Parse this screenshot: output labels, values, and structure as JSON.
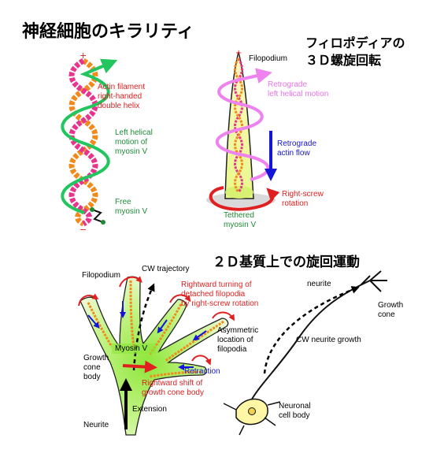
{
  "title": "神経細胞のキラリティ",
  "filopodia_title": "フィロポディアの\n３Ｄ螺旋回転",
  "motion_title": "２Ｄ基質上での旋回運動",
  "colors": {
    "actin": "#e8348c",
    "actin_alt": "#f08a1c",
    "myosin": "#22c55e",
    "retrograde_pink": "#ee82ee",
    "retro_flow": "#1515d8",
    "red": "#e02020",
    "black": "#000000",
    "cell_green": "#b7f070",
    "neuron_yellow": "#fff7a6"
  },
  "helix_panel": {
    "actin_label": "Actin filament\nright-handed\ndouble helix",
    "myosin_label": "Left helical\nmotion of\nmyosin V",
    "free_label": "Free\nmyosin V"
  },
  "filopodium_panel": {
    "tip_label": "Filopodium",
    "retro_left_label": "Retrograde\nleft helical motion",
    "retro_flow_label": "Retrograde\nactin flow",
    "right_screw_label": "Right-screw\nrotation",
    "tethered_label": "Tethered\nmyosin V"
  },
  "growth_cone_panel": {
    "filopodium_label": "Filopodium",
    "cw_traj_label": "CW trajectory",
    "rightward_turn_label": "Rightward turning of\ndetached filopodia\nby right-screw rotation",
    "asym_label": "Asymmetric\nlocation of\nfilopodia",
    "myosin_label": "Myosin V",
    "gc_body_label": "Growth\ncone\nbody",
    "retraction_label": "Retraction",
    "rightward_shift_label": "Rightward shift of\ngrowth cone body",
    "extension_label": "Extension",
    "neurite_label": "Neurite"
  },
  "neuron_panel": {
    "neurite_label": "neurite",
    "growth_cone_label": "Growth\ncone",
    "cw_growth_label": "CW neurite growth",
    "cell_body_label": "Neuronal\ncell body"
  }
}
